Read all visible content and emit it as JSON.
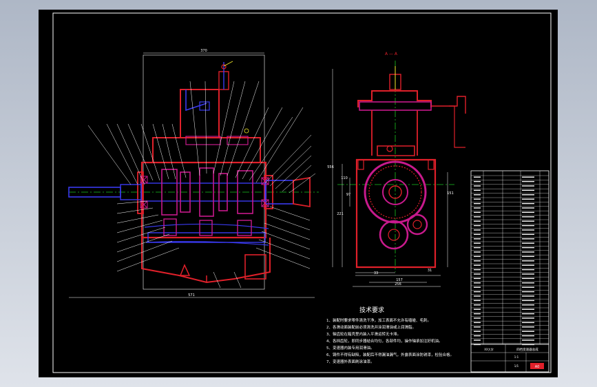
{
  "drawing": {
    "section_label": "A — A",
    "tech_title": "技术要求",
    "tech_items": [
      "1、装配时要求零件清洗干净，加工表面不允许有磕碰、毛刺。",
      "2、各滑动面装配前必须清洗并涂润滑油或上润滑脂。",
      "3、轴齿轮在箱壳里内装入平滑运转无卡滞。",
      "4、各挡齿轮，即同步器结合均匀，各部件均，操作轴承加注好机油。",
      "5、变速器内装专用润滑油。",
      "6、铸件不得有缺陷，装配后不得漏油漏气，外露表面涂防锈漆，检验合格。",
      "7、变速器外表面刷涂油漆。"
    ],
    "dims": {
      "top_width": "370",
      "overall_length": "571",
      "side_height": "556",
      "center_width": "157",
      "bottom_width": "256",
      "dim_33": "33",
      "dim_31": "31",
      "dim_97": "97",
      "dim_151": "151",
      "dim_110": "110",
      "dim_221": "221"
    },
    "colors": {
      "frame": "#ffffff",
      "housing": "#e0202a",
      "gear": "#c81a8c",
      "shaft": "#3a3af0",
      "leader": "#ffffff",
      "dimension": "#ffffff",
      "centerline": "#19c51f",
      "accent": "#f6ee2a"
    },
    "title_block": {
      "drawing_name": "四挡变速器总成",
      "school": "XX大学",
      "scale": "1:1",
      "sheet": "1/1",
      "stamp": "A0"
    }
  }
}
